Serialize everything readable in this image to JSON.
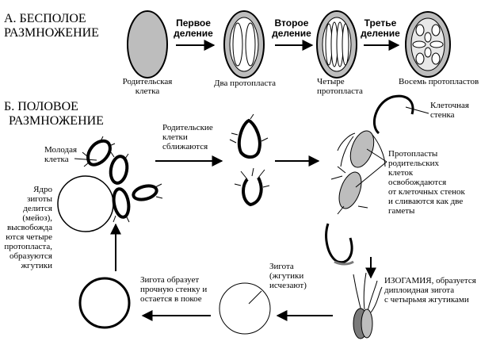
{
  "asexual": {
    "heading": "А. БЕСПОЛОЕ РАЗМНОЖЕНИЕ",
    "heading_line1": "А. БЕСПОЛОЕ",
    "heading_line2": "РАЗМНОЖЕНИЕ",
    "steps": [
      {
        "line1": "Первое",
        "line2": "деление"
      },
      {
        "line1": "Второе",
        "line2": "деление"
      },
      {
        "line1": "Третье",
        "line2": "деление"
      }
    ],
    "labels": {
      "parent_cell_line1": "Родительская",
      "parent_cell_line2": "клетка",
      "two_protoplasts": "Два протопласта",
      "four_protoplasts_line1": "Четыре",
      "four_protoplasts_line2": "протопласта",
      "eight_protoplasts": "Восемь протопластов"
    }
  },
  "sexual": {
    "heading_line1": "Б. ПОЛОВОЕ",
    "heading_line2": "РАЗМНОЖЕНИЕ",
    "labels": {
      "young_cell": [
        "Молодая",
        "клетка"
      ],
      "parents_approach": [
        "Родительские",
        "клетки",
        "сближаются"
      ],
      "cell_wall": [
        "Клеточная",
        "стенка"
      ],
      "protoplasts_fuse": [
        "Протопласты",
        "родительских",
        "клеток",
        "освобождаются",
        "от клеточных стенок",
        "и сливаются как две",
        "гаметы"
      ],
      "zygote_nucleus": [
        "Ядро",
        "зиготы",
        "делится",
        "(мейоз),",
        "высвобожда",
        "ются четыре",
        "протопласта,",
        "образуются",
        "жгутики"
      ],
      "isogamy": [
        "ИЗОГАМИЯ, образуется",
        "диплоидная зигота",
        "с четырьмя жгутиками"
      ],
      "zygote_no_flagella": [
        "Зигота",
        "(жгутики",
        "исчезают)"
      ],
      "zygote_wall": [
        "Зигота образует",
        "прочную стенку и",
        "остается в покое"
      ]
    }
  },
  "colors": {
    "line": "#000000",
    "gray_fill": "#bdbdbd",
    "dark_gray": "#7a7a7a",
    "background": "#ffffff"
  }
}
